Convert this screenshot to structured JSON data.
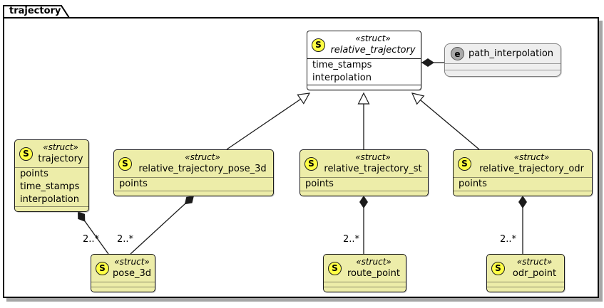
{
  "package": {
    "title": "trajectory"
  },
  "colors": {
    "class_fill": "#EDEDA9",
    "class_border": "#1b1b1b",
    "abstract_fill": "#FFFFFF",
    "enum_fill": "#EEEEEE",
    "enum_border": "#7f7f7f",
    "spot_struct_fill": "#FFFF44",
    "spot_enum_fill": "#A9A9A9",
    "line": "#1b1b1b"
  },
  "classes": {
    "relative_trajectory": {
      "spot": "S",
      "stereotype": "«struct»",
      "name": "relative_trajectory",
      "attributes": [
        "time_stamps",
        "interpolation"
      ]
    },
    "path_interpolation": {
      "spot": "e",
      "name": "path_interpolation"
    },
    "trajectory": {
      "spot": "S",
      "stereotype": "«struct»",
      "name": "trajectory",
      "attributes": [
        "points",
        "time_stamps",
        "interpolation"
      ]
    },
    "relative_trajectory_pose_3d": {
      "spot": "S",
      "stereotype": "«struct»",
      "name": "relative_trajectory_pose_3d",
      "attributes": [
        "points"
      ]
    },
    "relative_trajectory_st": {
      "spot": "S",
      "stereotype": "«struct»",
      "name": "relative_trajectory_st",
      "attributes": [
        "points"
      ]
    },
    "relative_trajectory_odr": {
      "spot": "S",
      "stereotype": "«struct»",
      "name": "relative_trajectory_odr",
      "attributes": [
        "points"
      ]
    },
    "pose_3d": {
      "spot": "S",
      "stereotype": "«struct»",
      "name": "pose_3d"
    },
    "route_point": {
      "spot": "S",
      "stereotype": "«struct»",
      "name": "route_point"
    },
    "odr_point": {
      "spot": "S",
      "stereotype": "«struct»",
      "name": "odr_point"
    }
  },
  "relations": {
    "trajectory_to_pose_3d": {
      "multiplicity": "2..*"
    },
    "rel_pose_3d_to_pose_3d": {
      "multiplicity": "2..*"
    },
    "rel_st_to_route_point": {
      "multiplicity": "2..*"
    },
    "rel_odr_to_odr_point": {
      "multiplicity": "2..*"
    }
  }
}
